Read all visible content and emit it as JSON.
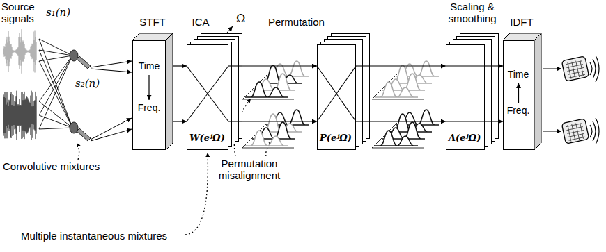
{
  "diagram": {
    "nodes": [
      {
        "text": [
          "s₁(n)"
        ]
      },
      {
        "text": [
          "s₂(n)"
        ]
      },
      {
        "text": [
          "STFT",
          "Time",
          "Freq."
        ]
      },
      {
        "text": [
          "ICA",
          "W(eʲΩ)"
        ]
      },
      {
        "text": [
          "Permutation",
          "P(eʲΩ)"
        ]
      },
      {
        "text": [
          "Scaling & smoothing",
          "Λ(eʲΩ)"
        ]
      },
      {
        "text": [
          "IDFT",
          "Time",
          "Freq."
        ]
      }
    ],
    "edges": [
      {
        "from": 2,
        "to": 3,
        "arrow": "to"
      },
      {
        "from": 2,
        "to": 3,
        "arrow": "to"
      },
      {
        "from": 3,
        "to": 4,
        "arrow": "to"
      },
      {
        "from": 3,
        "to": 4,
        "arrow": "to"
      },
      {
        "from": 4,
        "to": 5,
        "arrow": "to"
      },
      {
        "from": 4,
        "to": 5,
        "arrow": "to"
      },
      {
        "from": 5,
        "to": 6,
        "arrow": "to"
      },
      {
        "from": 5,
        "to": 6,
        "arrow": "to"
      }
    ],
    "labels": [
      "Source signals",
      "Ω",
      "Permutation misalignment",
      "Convolutive mixtures",
      "Multiple instantaneous mixtures"
    ]
  }
}
